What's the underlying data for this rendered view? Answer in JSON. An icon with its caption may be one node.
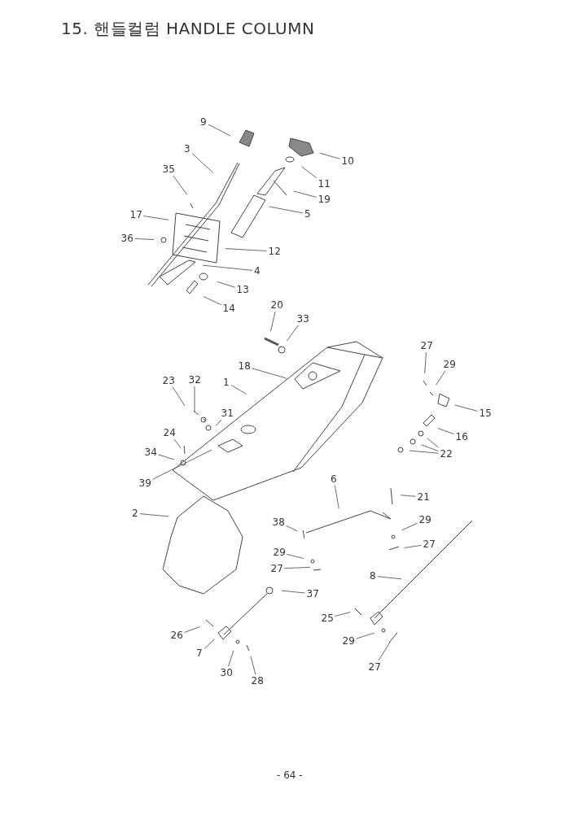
{
  "diagram": {
    "title": "15. 핸들컬럼 HANDLE COLUMN",
    "nodes": [
      {
        "text": [
          "9"
        ]
      },
      {
        "text": [
          "3"
        ]
      },
      {
        "text": [
          "35"
        ]
      },
      {
        "text": [
          "17"
        ]
      },
      {
        "text": [
          "36"
        ]
      },
      {
        "text": [
          "10"
        ]
      },
      {
        "text": [
          "11"
        ]
      },
      {
        "text": [
          "19"
        ]
      },
      {
        "text": [
          "5"
        ]
      },
      {
        "text": [
          "12"
        ]
      },
      {
        "text": [
          "4"
        ]
      },
      {
        "text": [
          "13"
        ]
      },
      {
        "text": [
          "14"
        ]
      },
      {
        "text": [
          "20"
        ]
      },
      {
        "text": [
          "33"
        ]
      },
      {
        "text": [
          "18"
        ]
      },
      {
        "text": [
          "27"
        ]
      },
      {
        "text": [
          "29"
        ]
      },
      {
        "text": [
          "15"
        ]
      },
      {
        "text": [
          "16"
        ]
      },
      {
        "text": [
          "22"
        ]
      },
      {
        "text": [
          "23"
        ]
      },
      {
        "text": [
          "32"
        ]
      },
      {
        "text": [
          "31"
        ]
      },
      {
        "text": [
          "1"
        ]
      },
      {
        "text": [
          "24"
        ]
      },
      {
        "text": [
          "34"
        ]
      },
      {
        "text": [
          "39"
        ]
      },
      {
        "text": [
          "6"
        ]
      },
      {
        "text": [
          "21"
        ]
      },
      {
        "text": [
          "2"
        ]
      },
      {
        "text": [
          "38"
        ]
      },
      {
        "text": [
          "29"
        ]
      },
      {
        "text": [
          "27"
        ]
      },
      {
        "text": [
          "29"
        ]
      },
      {
        "text": [
          "27"
        ]
      },
      {
        "text": [
          "8"
        ]
      },
      {
        "text": [
          "37"
        ]
      },
      {
        "text": [
          "25"
        ]
      },
      {
        "text": [
          "26"
        ]
      },
      {
        "text": [
          "7"
        ]
      },
      {
        "text": [
          "29"
        ]
      },
      {
        "text": [
          "30"
        ]
      },
      {
        "text": [
          "28"
        ]
      },
      {
        "text": [
          "27"
        ]
      }
    ],
    "edges": [
      {
        "from": 0,
        "to": null,
        "arrow": "none"
      },
      {
        "from": 1,
        "to": null,
        "arrow": "none"
      },
      {
        "from": 2,
        "to": null,
        "arrow": "none"
      },
      {
        "from": 3,
        "to": null,
        "arrow": "none"
      },
      {
        "from": 4,
        "to": null,
        "arrow": "none"
      },
      {
        "from": 5,
        "to": null,
        "arrow": "none"
      },
      {
        "from": 6,
        "to": null,
        "arrow": "none"
      },
      {
        "from": 7,
        "to": null,
        "arrow": "none"
      },
      {
        "from": 8,
        "to": null,
        "arrow": "none"
      },
      {
        "from": 9,
        "to": null,
        "arrow": "none"
      },
      {
        "from": 10,
        "to": null,
        "arrow": "none"
      },
      {
        "from": 11,
        "to": null,
        "arrow": "none"
      },
      {
        "from": 12,
        "to": null,
        "arrow": "none"
      },
      {
        "from": 13,
        "to": null,
        "arrow": "none"
      },
      {
        "from": 14,
        "to": null,
        "arrow": "none"
      },
      {
        "from": 15,
        "to": null,
        "arrow": "none"
      },
      {
        "from": 16,
        "to": null,
        "arrow": "none"
      },
      {
        "from": 17,
        "to": null,
        "arrow": "none"
      },
      {
        "from": 18,
        "to": null,
        "arrow": "none"
      },
      {
        "from": 19,
        "to": null,
        "arrow": "none"
      },
      {
        "from": 20,
        "to": null,
        "arrow": "none"
      },
      {
        "from": 20,
        "to": null,
        "arrow": "none"
      },
      {
        "from": 20,
        "to": null,
        "arrow": "none"
      },
      {
        "from": 21,
        "to": null,
        "arrow": "none"
      },
      {
        "from": 22,
        "to": null,
        "arrow": "none"
      },
      {
        "from": 23,
        "to": null,
        "arrow": "none"
      },
      {
        "from": 24,
        "to": null,
        "arrow": "none"
      },
      {
        "from": 25,
        "to": null,
        "arrow": "none"
      },
      {
        "from": 26,
        "to": null,
        "arrow": "none"
      },
      {
        "from": 27,
        "to": null,
        "arrow": "none"
      },
      {
        "from": 28,
        "to": null,
        "arrow": "none"
      },
      {
        "from": 29,
        "to": null,
        "arrow": "none"
      },
      {
        "from": 30,
        "to": null,
        "arrow": "none"
      },
      {
        "from": 31,
        "to": null,
        "arrow": "none"
      },
      {
        "from": 32,
        "to": null,
        "arrow": "none"
      },
      {
        "from": 33,
        "to": null,
        "arrow": "none"
      },
      {
        "from": 34,
        "to": null,
        "arrow": "none"
      },
      {
        "from": 35,
        "to": null,
        "arrow": "none"
      },
      {
        "from": 36,
        "to": null,
        "arrow": "none"
      },
      {
        "from": 37,
        "to": null,
        "arrow": "none"
      },
      {
        "from": 38,
        "to": null,
        "arrow": "none"
      },
      {
        "from": 39,
        "to": null,
        "arrow": "none"
      },
      {
        "from": 40,
        "to": null,
        "arrow": "none"
      },
      {
        "from": 41,
        "to": null,
        "arrow": "none"
      },
      {
        "from": 42,
        "to": null,
        "arrow": "none"
      },
      {
        "from": 43,
        "to": null,
        "arrow": "none"
      },
      {
        "from": 44,
        "to": null,
        "arrow": "none"
      }
    ],
    "labels": [
      "- 64 -"
    ]
  }
}
